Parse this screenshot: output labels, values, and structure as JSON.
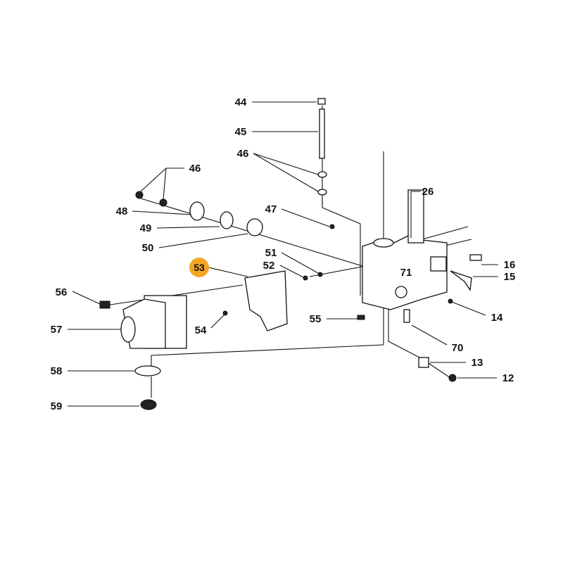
{
  "diagram": {
    "callouts": [
      "44",
      "45",
      "46",
      "46",
      "47",
      "48",
      "49",
      "50",
      "26",
      "51",
      "52",
      "53",
      "56",
      "57",
      "54",
      "55",
      "71",
      "16",
      "15",
      "14",
      "70",
      "13",
      "12",
      "58",
      "59"
    ],
    "highlighted": "53",
    "highlight_color": "#F5A623"
  }
}
